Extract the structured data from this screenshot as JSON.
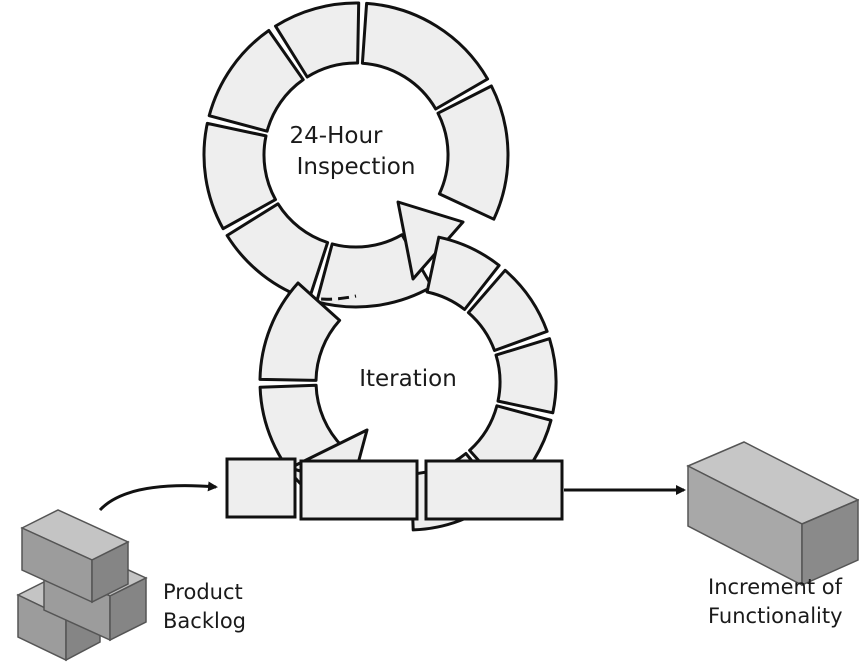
{
  "diagram": {
    "top_cycle_label_line1": "24-Hour",
    "top_cycle_label_line2": "Inspection",
    "bottom_cycle_label": "Iteration",
    "input_label_line1": "Product",
    "input_label_line2": "Backlog",
    "output_label_line1": "Increment of",
    "output_label_line2": "Functionality"
  },
  "colors": {
    "segment_fill": "#eeeeee",
    "stroke": "#111111",
    "brick_top": "#c4c4c4",
    "brick_front": "#9c9c9c",
    "brick_side": "#858585",
    "increment_top": "#c6c6c6",
    "increment_front": "#a8a8a8",
    "increment_side": "#8a8a8a"
  }
}
